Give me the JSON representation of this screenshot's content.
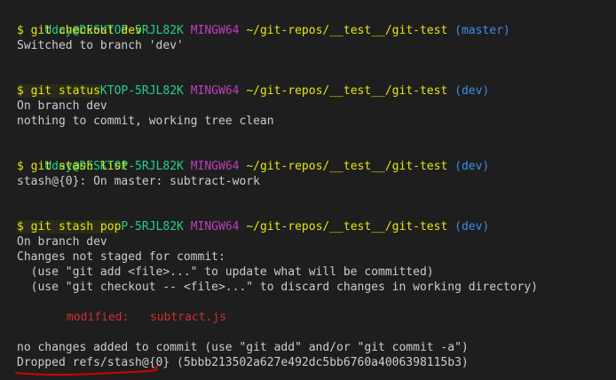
{
  "prompt": {
    "user": "Uday@DESKTOP-5RJL82K",
    "system": "MINGW64",
    "path": "~/git-repos/__test__/git-test"
  },
  "blocks": [
    {
      "branch": "(master)",
      "command": "$ git checkout dev",
      "output": [
        "Switched to branch 'dev'"
      ]
    },
    {
      "branch": "(dev)",
      "command": "$ git status",
      "output": [
        "On branch dev",
        "nothing to commit, working tree clean"
      ]
    },
    {
      "branch": "(dev)",
      "command": "$ git stash list",
      "output": [
        "stash@{0}: On master: subtract-work"
      ]
    },
    {
      "branch": "(dev)",
      "command": "$ git stash pop",
      "output": [
        "On branch dev",
        "Changes not staged for commit:",
        "  (use \"git add <file>...\" to update what will be committed)",
        "  (use \"git checkout -- <file>...\" to discard changes in working directory)"
      ],
      "modified_label": "modified:",
      "modified_file": "subtract.js",
      "trailer": [
        "no changes added to commit (use \"git add\" and/or \"git commit -a\")",
        "Dropped refs/stash@{0} (5bbb213502a627e492dc5bb6760a4006398115b3)"
      ]
    }
  ],
  "colors": {
    "background": "#1e1e1e",
    "text": "#cccccc",
    "user": "#23d18b",
    "system": "#bc3fbc",
    "path": "#e5e510",
    "branch": "#3b8eea",
    "modified": "#cd3131",
    "annotation": "#d40000"
  }
}
